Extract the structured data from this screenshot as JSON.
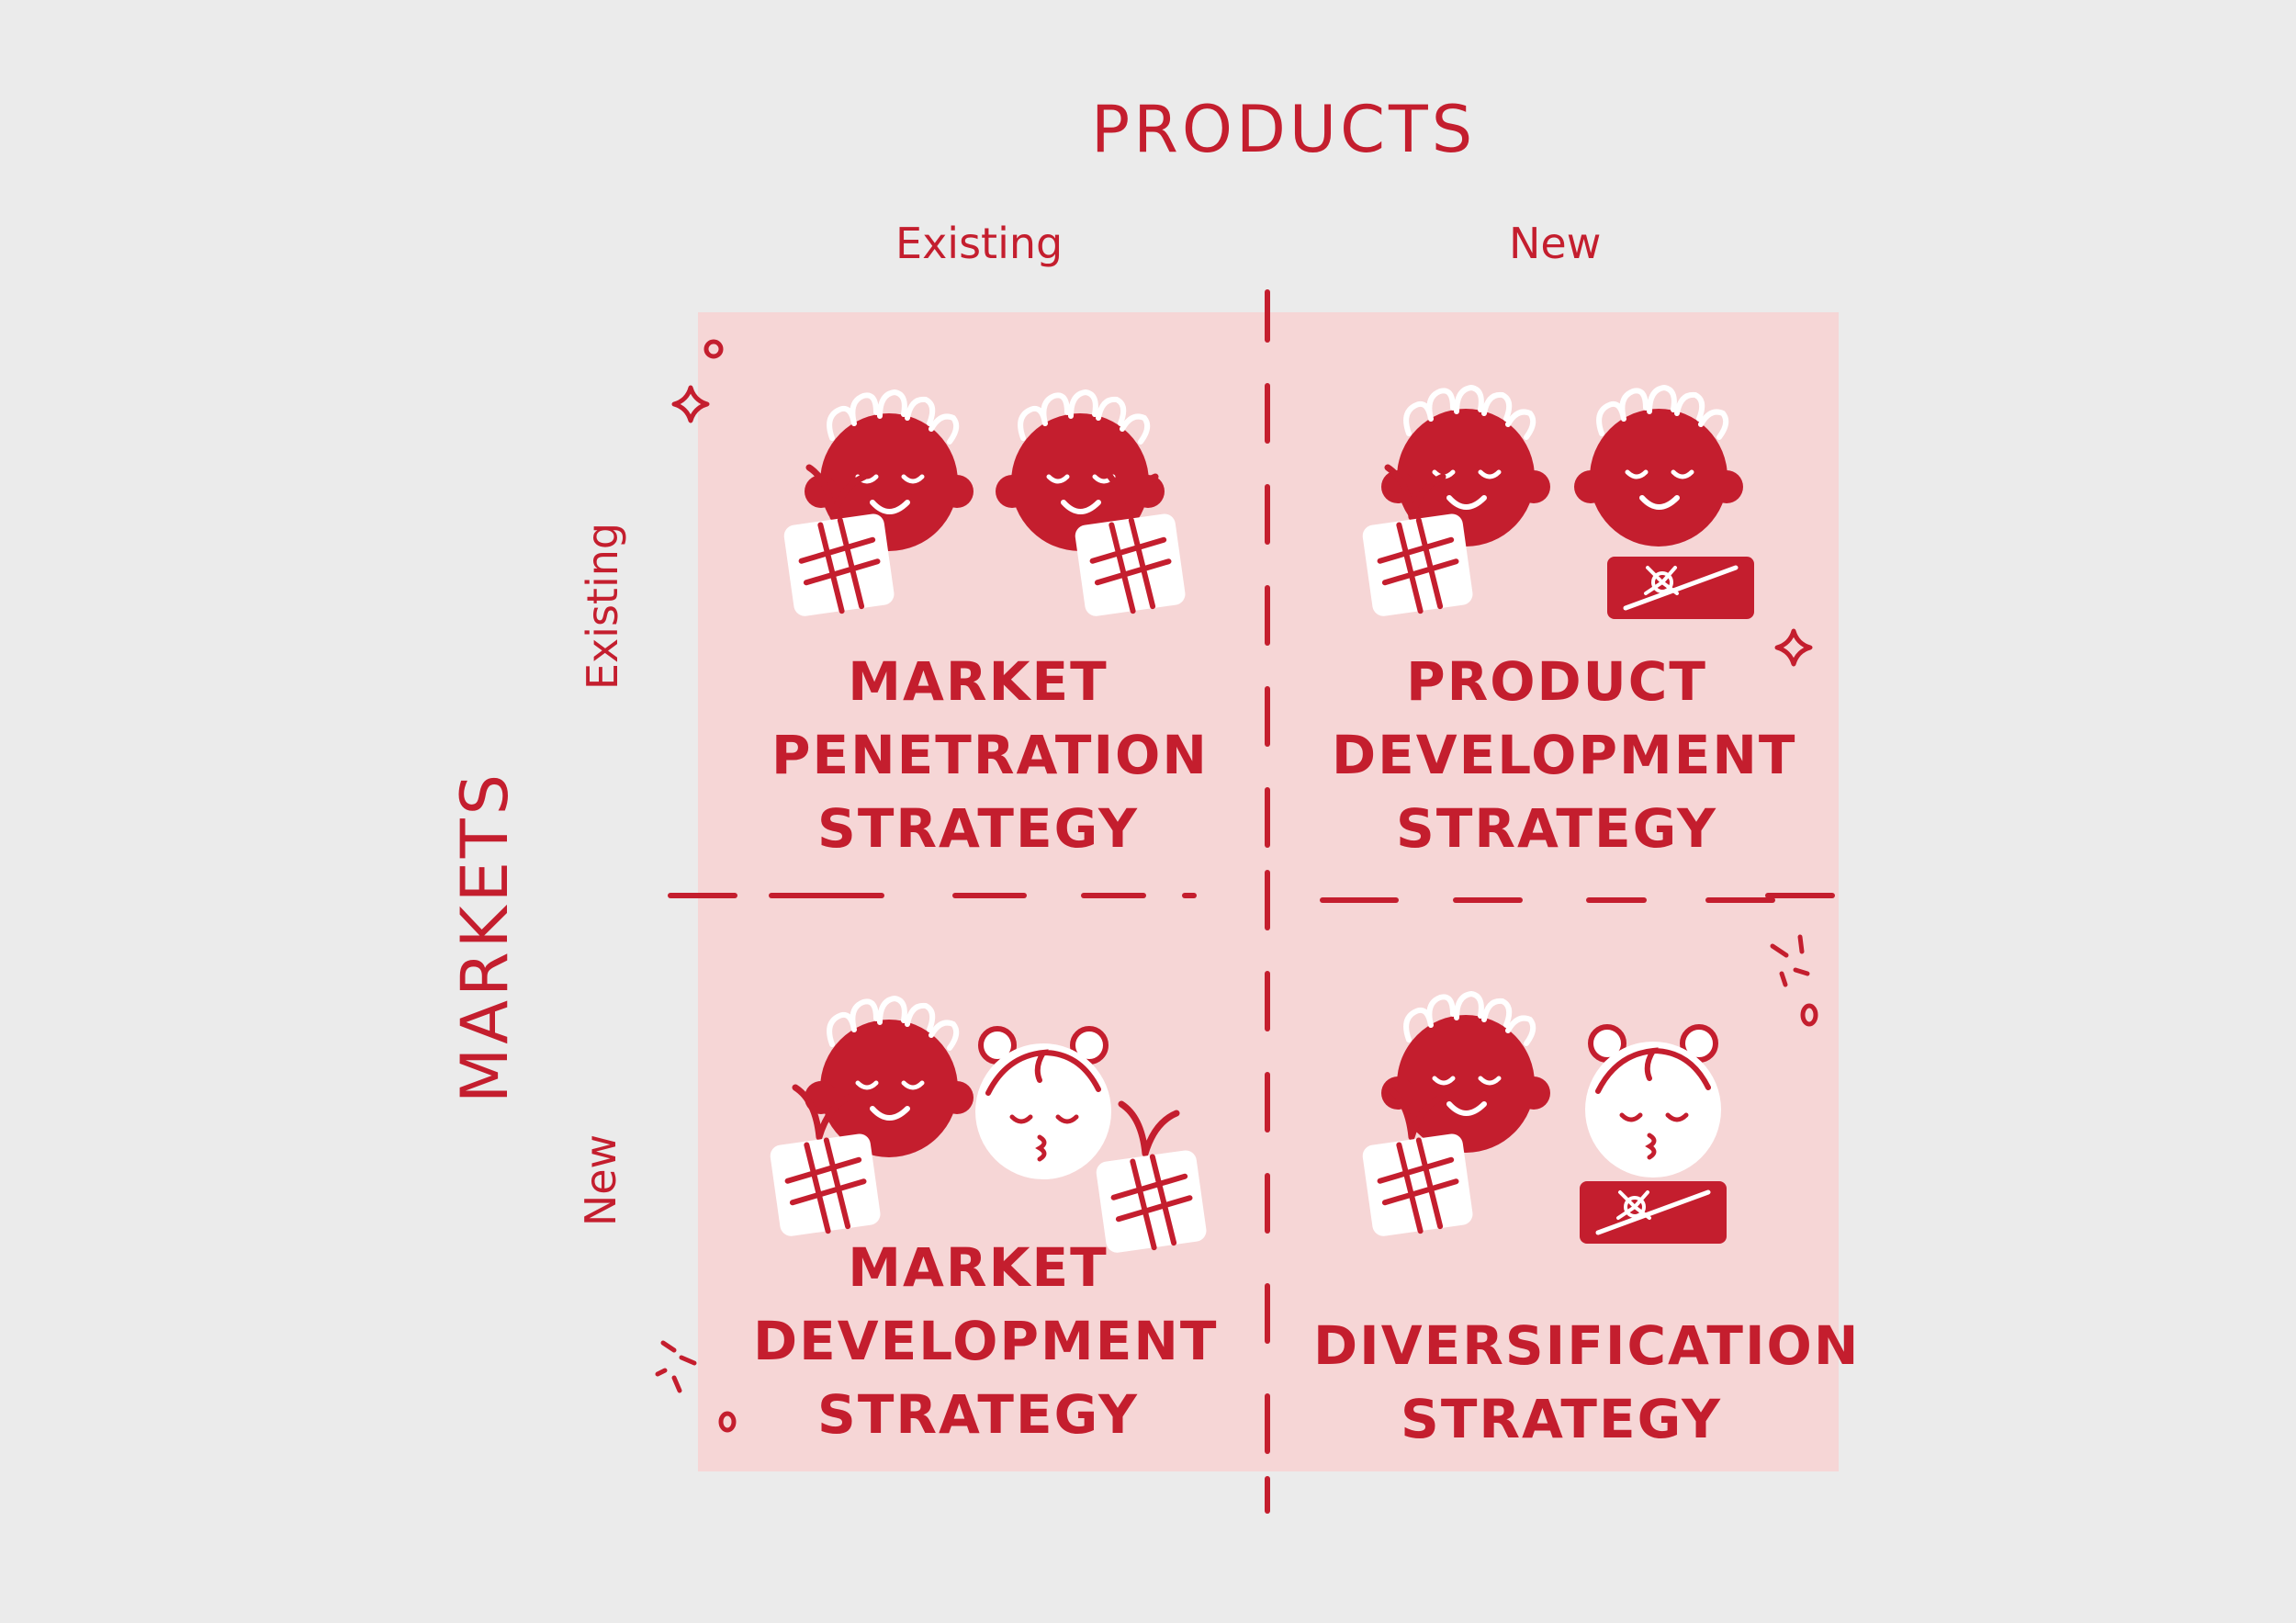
{
  "products_axis": {
    "title": "PRODUCTS",
    "existing": "Existing",
    "new": "New"
  },
  "markets_axis": {
    "title": "MARKETS",
    "existing": "Existing",
    "new": "New"
  },
  "quadrants": {
    "market_penetration": [
      "MARKET",
      "PENETRATION",
      "STRATEGY"
    ],
    "product_development": [
      "PRODUCT",
      "DEVELOPMENT",
      "STRATEGY"
    ],
    "market_development": [
      "MARKET",
      "DEVELOPMENT",
      "STRATEGY"
    ],
    "diversification": [
      "DIVERSIFICATION",
      "STRATEGY"
    ]
  },
  "colors": {
    "accent": "#c41e2e",
    "panel": "#f6d6d6",
    "background": "#ebebeb"
  }
}
